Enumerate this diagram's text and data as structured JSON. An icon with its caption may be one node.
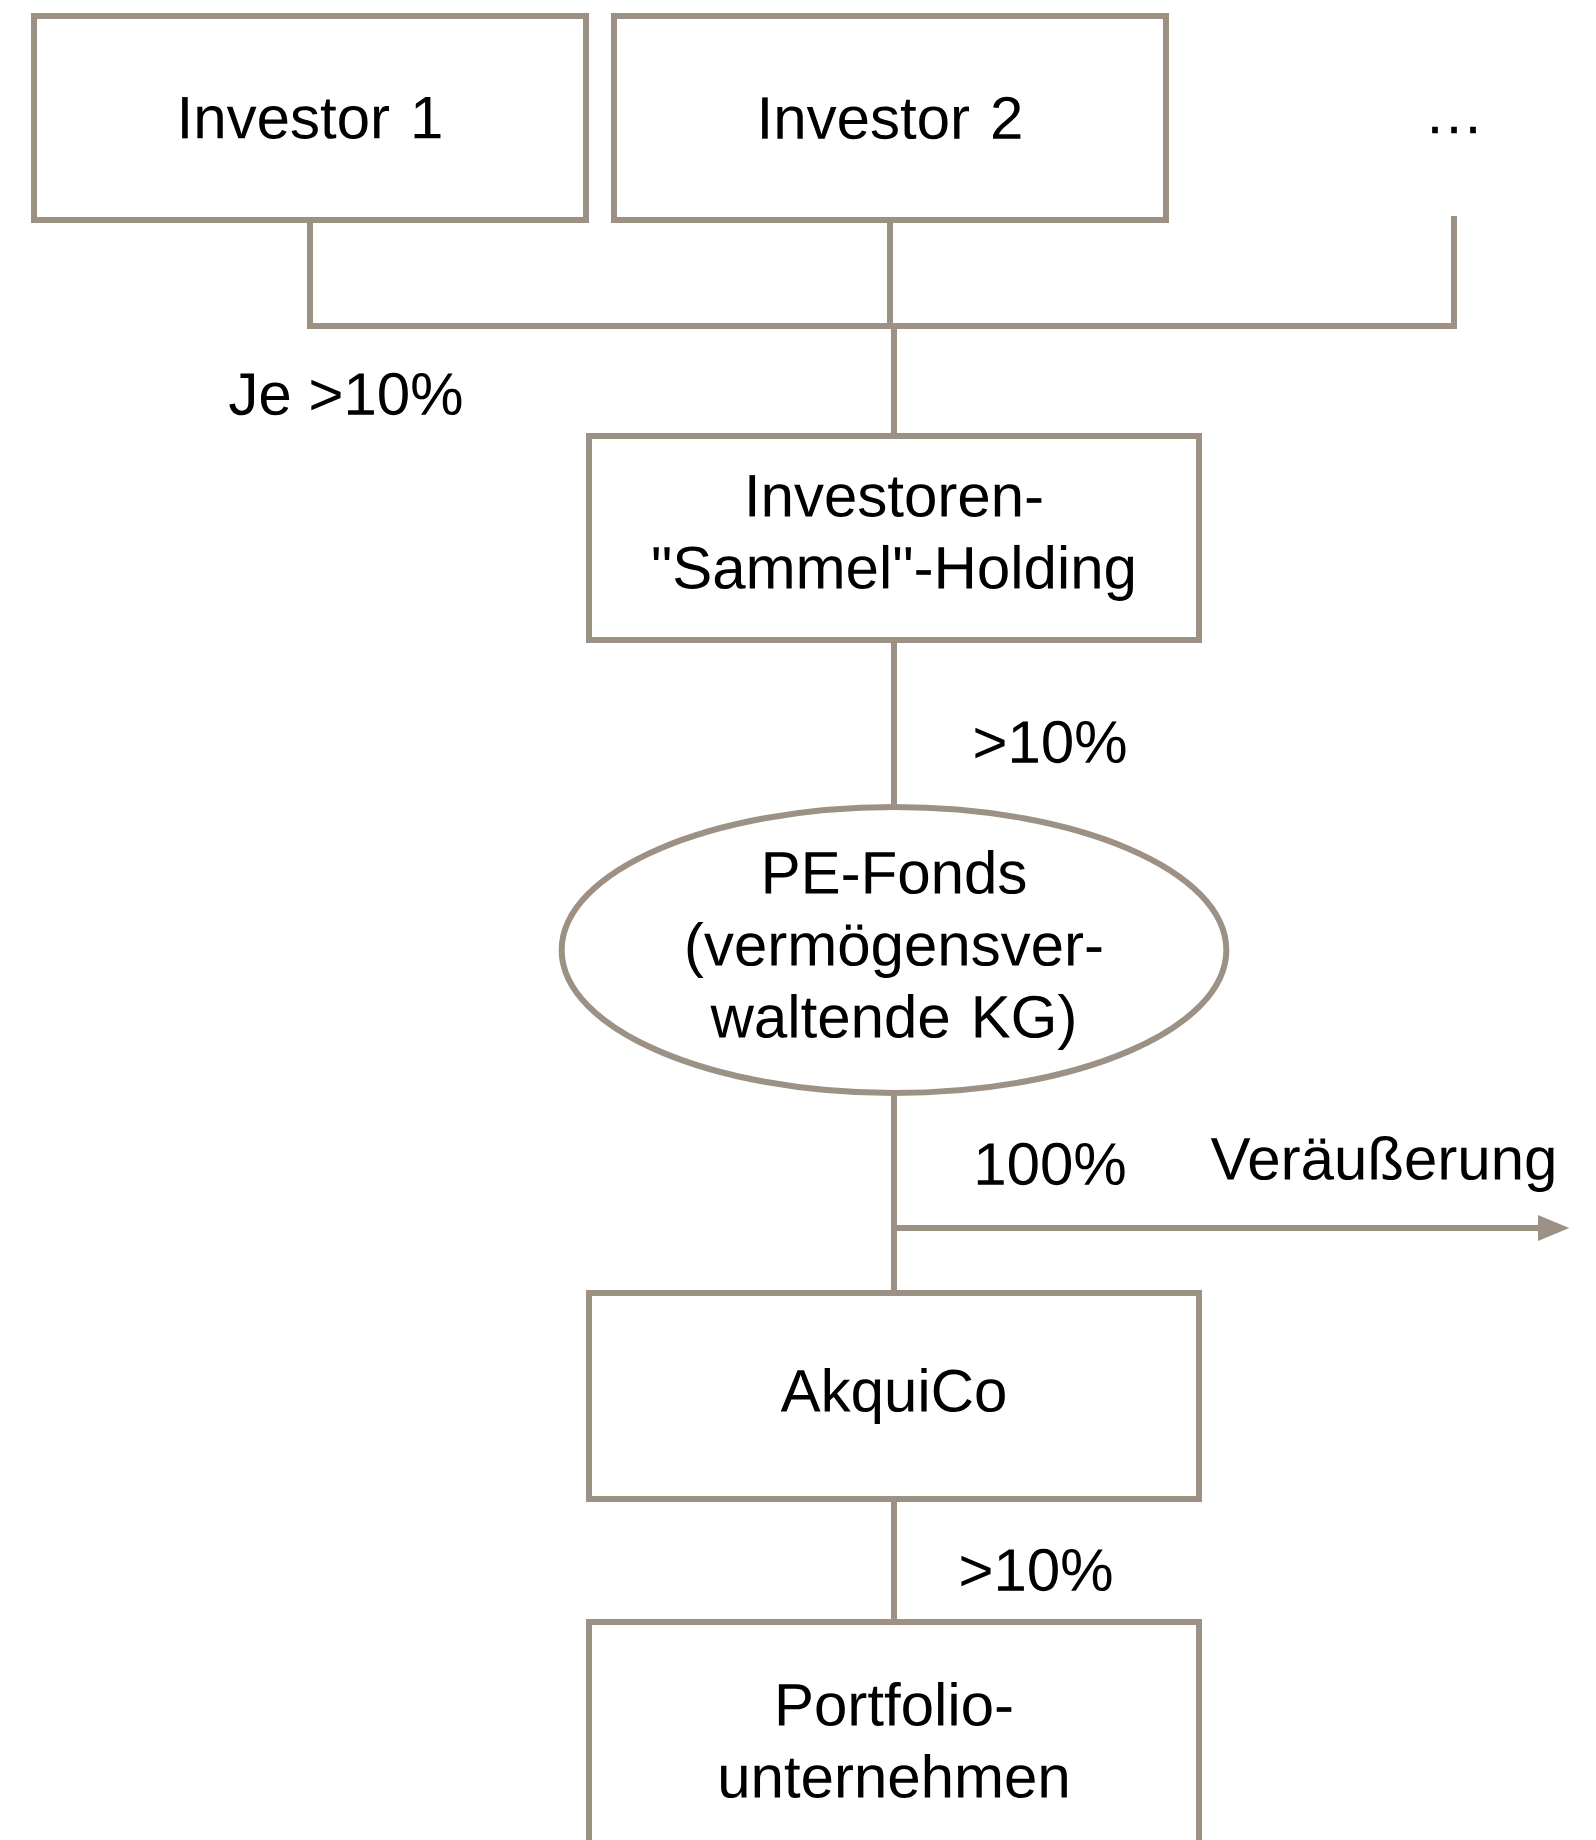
{
  "diagram": {
    "nodes": [
      {
        "text": [
          "Investor 1"
        ]
      },
      {
        "text": [
          "Investor 2"
        ]
      },
      {
        "text": [
          "…"
        ]
      },
      {
        "text": [
          "Investoren- \"Sammel\"-Holding"
        ]
      },
      {
        "text": [
          "PE-Fonds (vermögensver- waltende KG)"
        ]
      },
      {
        "text": [
          "AkquiCo"
        ]
      },
      {
        "text": [
          "Portfolio- unternehmen"
        ]
      }
    ],
    "edges": [
      {
        "from": 0,
        "to": 3,
        "arrow": "none",
        "label": "Je >10%"
      },
      {
        "from": 1,
        "to": 3,
        "arrow": "none"
      },
      {
        "from": 2,
        "to": 3,
        "arrow": "none"
      },
      {
        "from": 3,
        "to": 4,
        "arrow": "none",
        "label": ">10%"
      },
      {
        "from": 4,
        "to": 5,
        "arrow": "none",
        "label": "100%"
      },
      {
        "from": 4,
        "to": null,
        "arrow": "to",
        "label": "Veräußerung"
      },
      {
        "from": 5,
        "to": 6,
        "arrow": "none",
        "label": ">10%"
      }
    ]
  }
}
